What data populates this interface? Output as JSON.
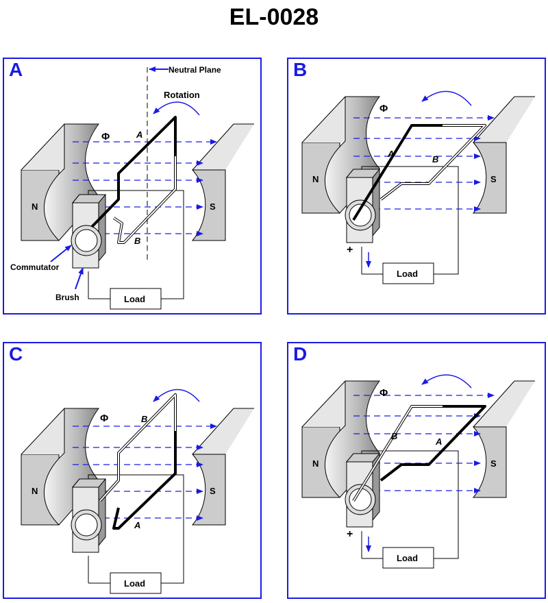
{
  "title": "EL-0028",
  "colors": {
    "accent": "#1a1ae6",
    "magnet": "#cccccc",
    "wire": "#000000"
  },
  "labels": {
    "north": "N",
    "south": "S",
    "flux": "Φ",
    "conductor_a": "A",
    "conductor_b": "B",
    "load": "Load",
    "positive": "+"
  },
  "panels": [
    {
      "id": "A",
      "letter": "A",
      "neutral_plane": "Neutral Plane",
      "rotation": "Rotation",
      "commutator": "Commutator",
      "brush": "Brush"
    },
    {
      "id": "B",
      "letter": "B"
    },
    {
      "id": "C",
      "letter": "C"
    },
    {
      "id": "D",
      "letter": "D"
    }
  ]
}
